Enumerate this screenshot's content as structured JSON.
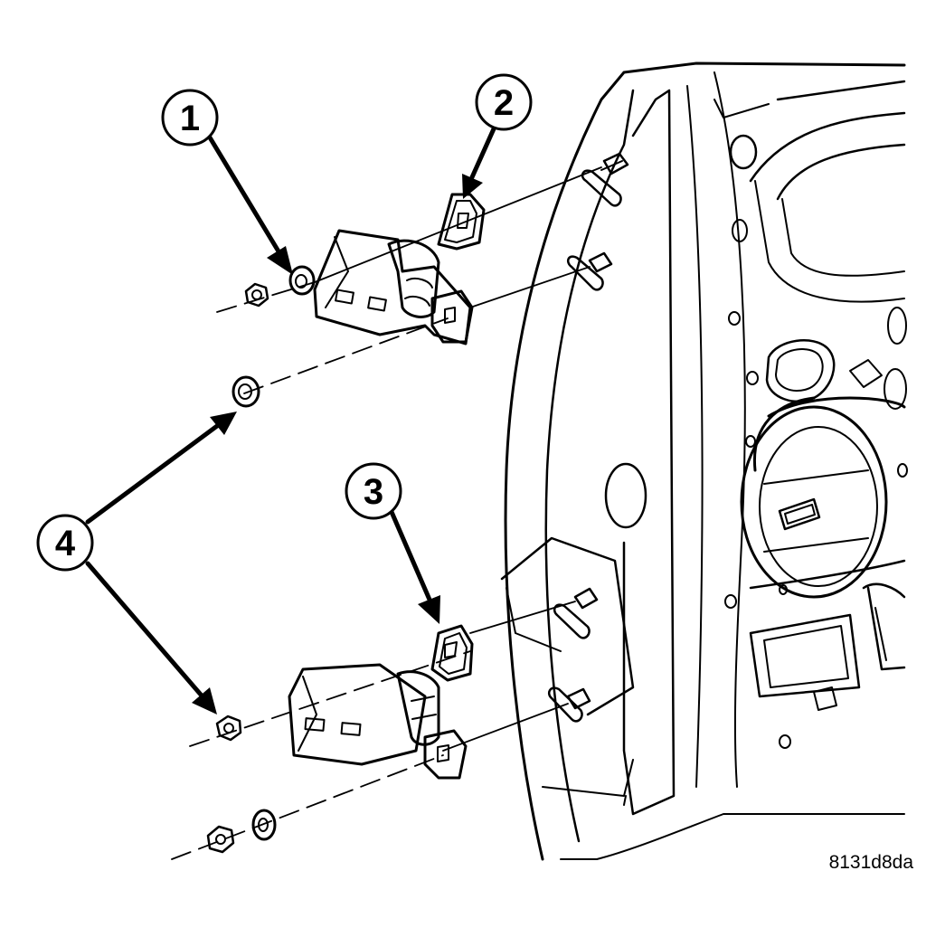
{
  "callouts": [
    {
      "number": "1"
    },
    {
      "number": "2"
    },
    {
      "number": "3"
    },
    {
      "number": "4"
    }
  ],
  "figure_ref": "8131d8da",
  "colors": {
    "ink": "#000000",
    "background": "#ffffff"
  }
}
